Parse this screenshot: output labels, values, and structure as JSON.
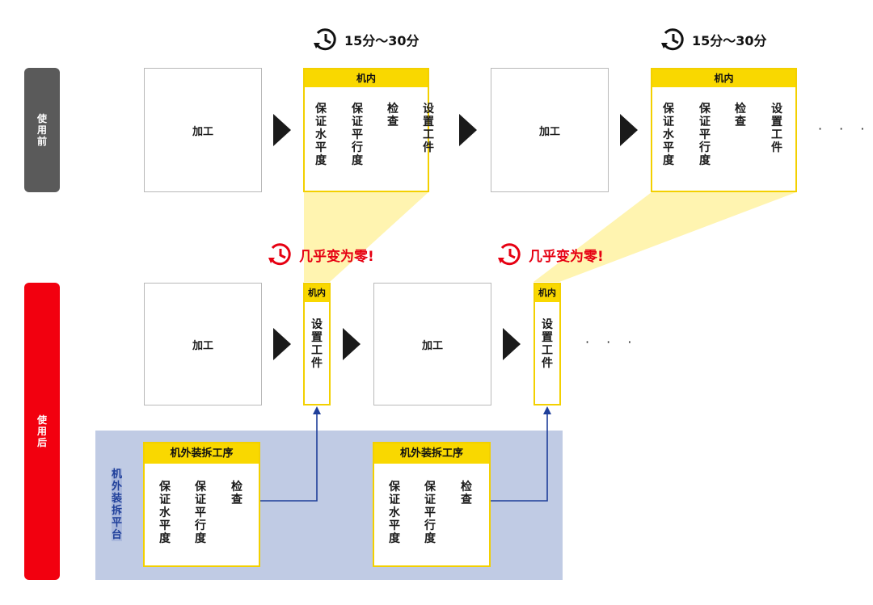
{
  "labels": {
    "before": [
      "使",
      "用",
      "前"
    ],
    "after": [
      "使",
      "用",
      "后"
    ],
    "process": "加工",
    "in_machine": "机内",
    "offline_process": "机外装拆工序",
    "offline_platform": [
      "机",
      "外",
      "装",
      "拆",
      "平",
      "台"
    ],
    "time_range": "15分～30分",
    "almost_zero": "几乎变为零!",
    "ellipsis": "· · ·"
  },
  "tasks_full": [
    [
      "保",
      "证",
      "水",
      "平",
      "度"
    ],
    [
      "保",
      "证",
      "平",
      "行",
      "度"
    ],
    [
      "检",
      "查"
    ],
    [
      "设",
      "置",
      "工",
      "件"
    ]
  ],
  "tasks_setup": [
    "设",
    "置",
    "工",
    "件"
  ],
  "tasks_offline": [
    [
      "保",
      "证",
      "水",
      "平",
      "度"
    ],
    [
      "保",
      "证",
      "平",
      "行",
      "度"
    ],
    [
      "检",
      "查"
    ]
  ],
  "colors": {
    "before_tab": "#5a5a5a",
    "after_tab": "#f2000f",
    "yellow_header": "#f9d800",
    "yellow_border": "#f3d000",
    "funnel": "#fff4b0",
    "platform": "#c0cbe4",
    "connector": "#1f3f9a",
    "alert_red": "#e60012"
  },
  "icons": [
    "clock-cycle-icon",
    "arrow-right-icon",
    "arrow-up-icon"
  ]
}
